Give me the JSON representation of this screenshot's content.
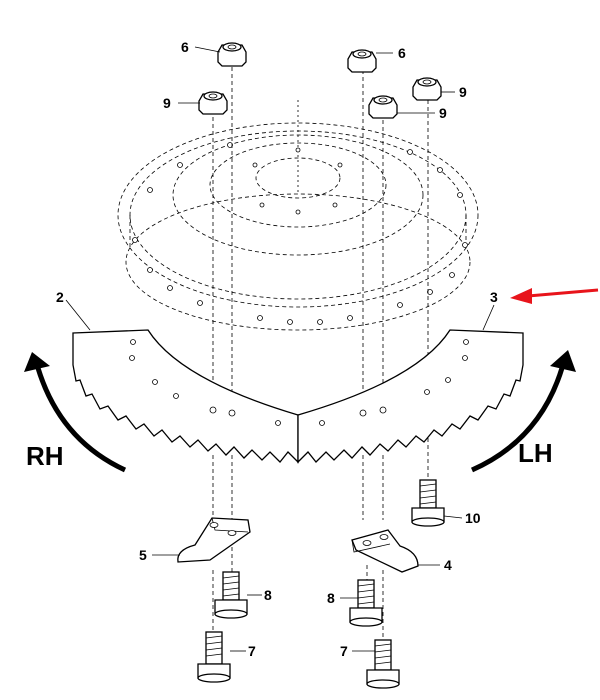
{
  "callouts": {
    "c2": "2",
    "c3": "3",
    "c4": "4",
    "c5": "5",
    "c6a": "6",
    "c6b": "6",
    "c7a": "7",
    "c7b": "7",
    "c8a": "8",
    "c8b": "8",
    "c9a": "9",
    "c9b": "9",
    "c9c": "9",
    "c10": "10"
  },
  "directions": {
    "left": "RH",
    "right": "LH"
  },
  "colors": {
    "highlight_arrow": "#e8141b",
    "ink": "#000000"
  }
}
